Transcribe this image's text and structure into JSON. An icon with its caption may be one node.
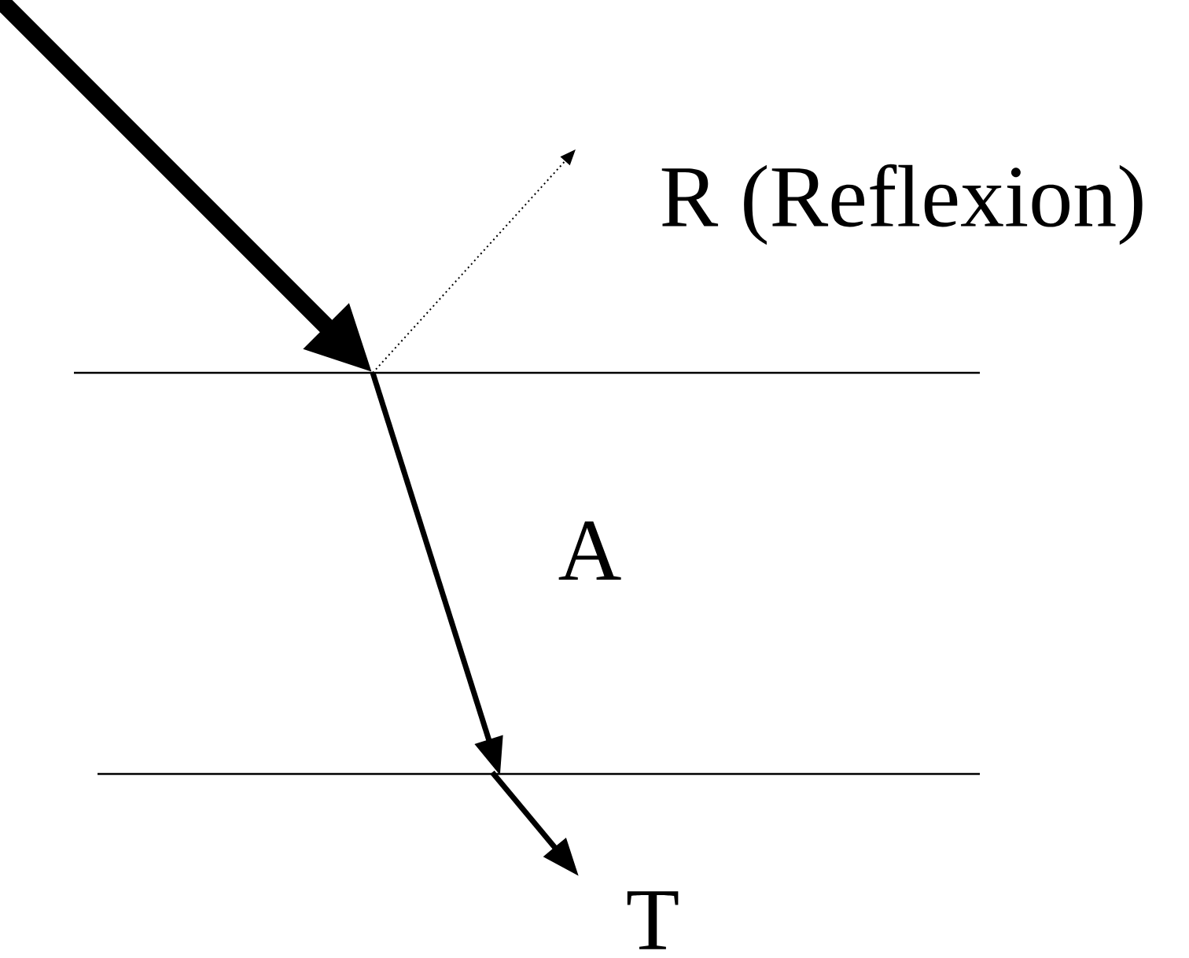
{
  "diagram": {
    "labels": [
      "R (Reflexion)",
      "A",
      "T"
    ]
  }
}
